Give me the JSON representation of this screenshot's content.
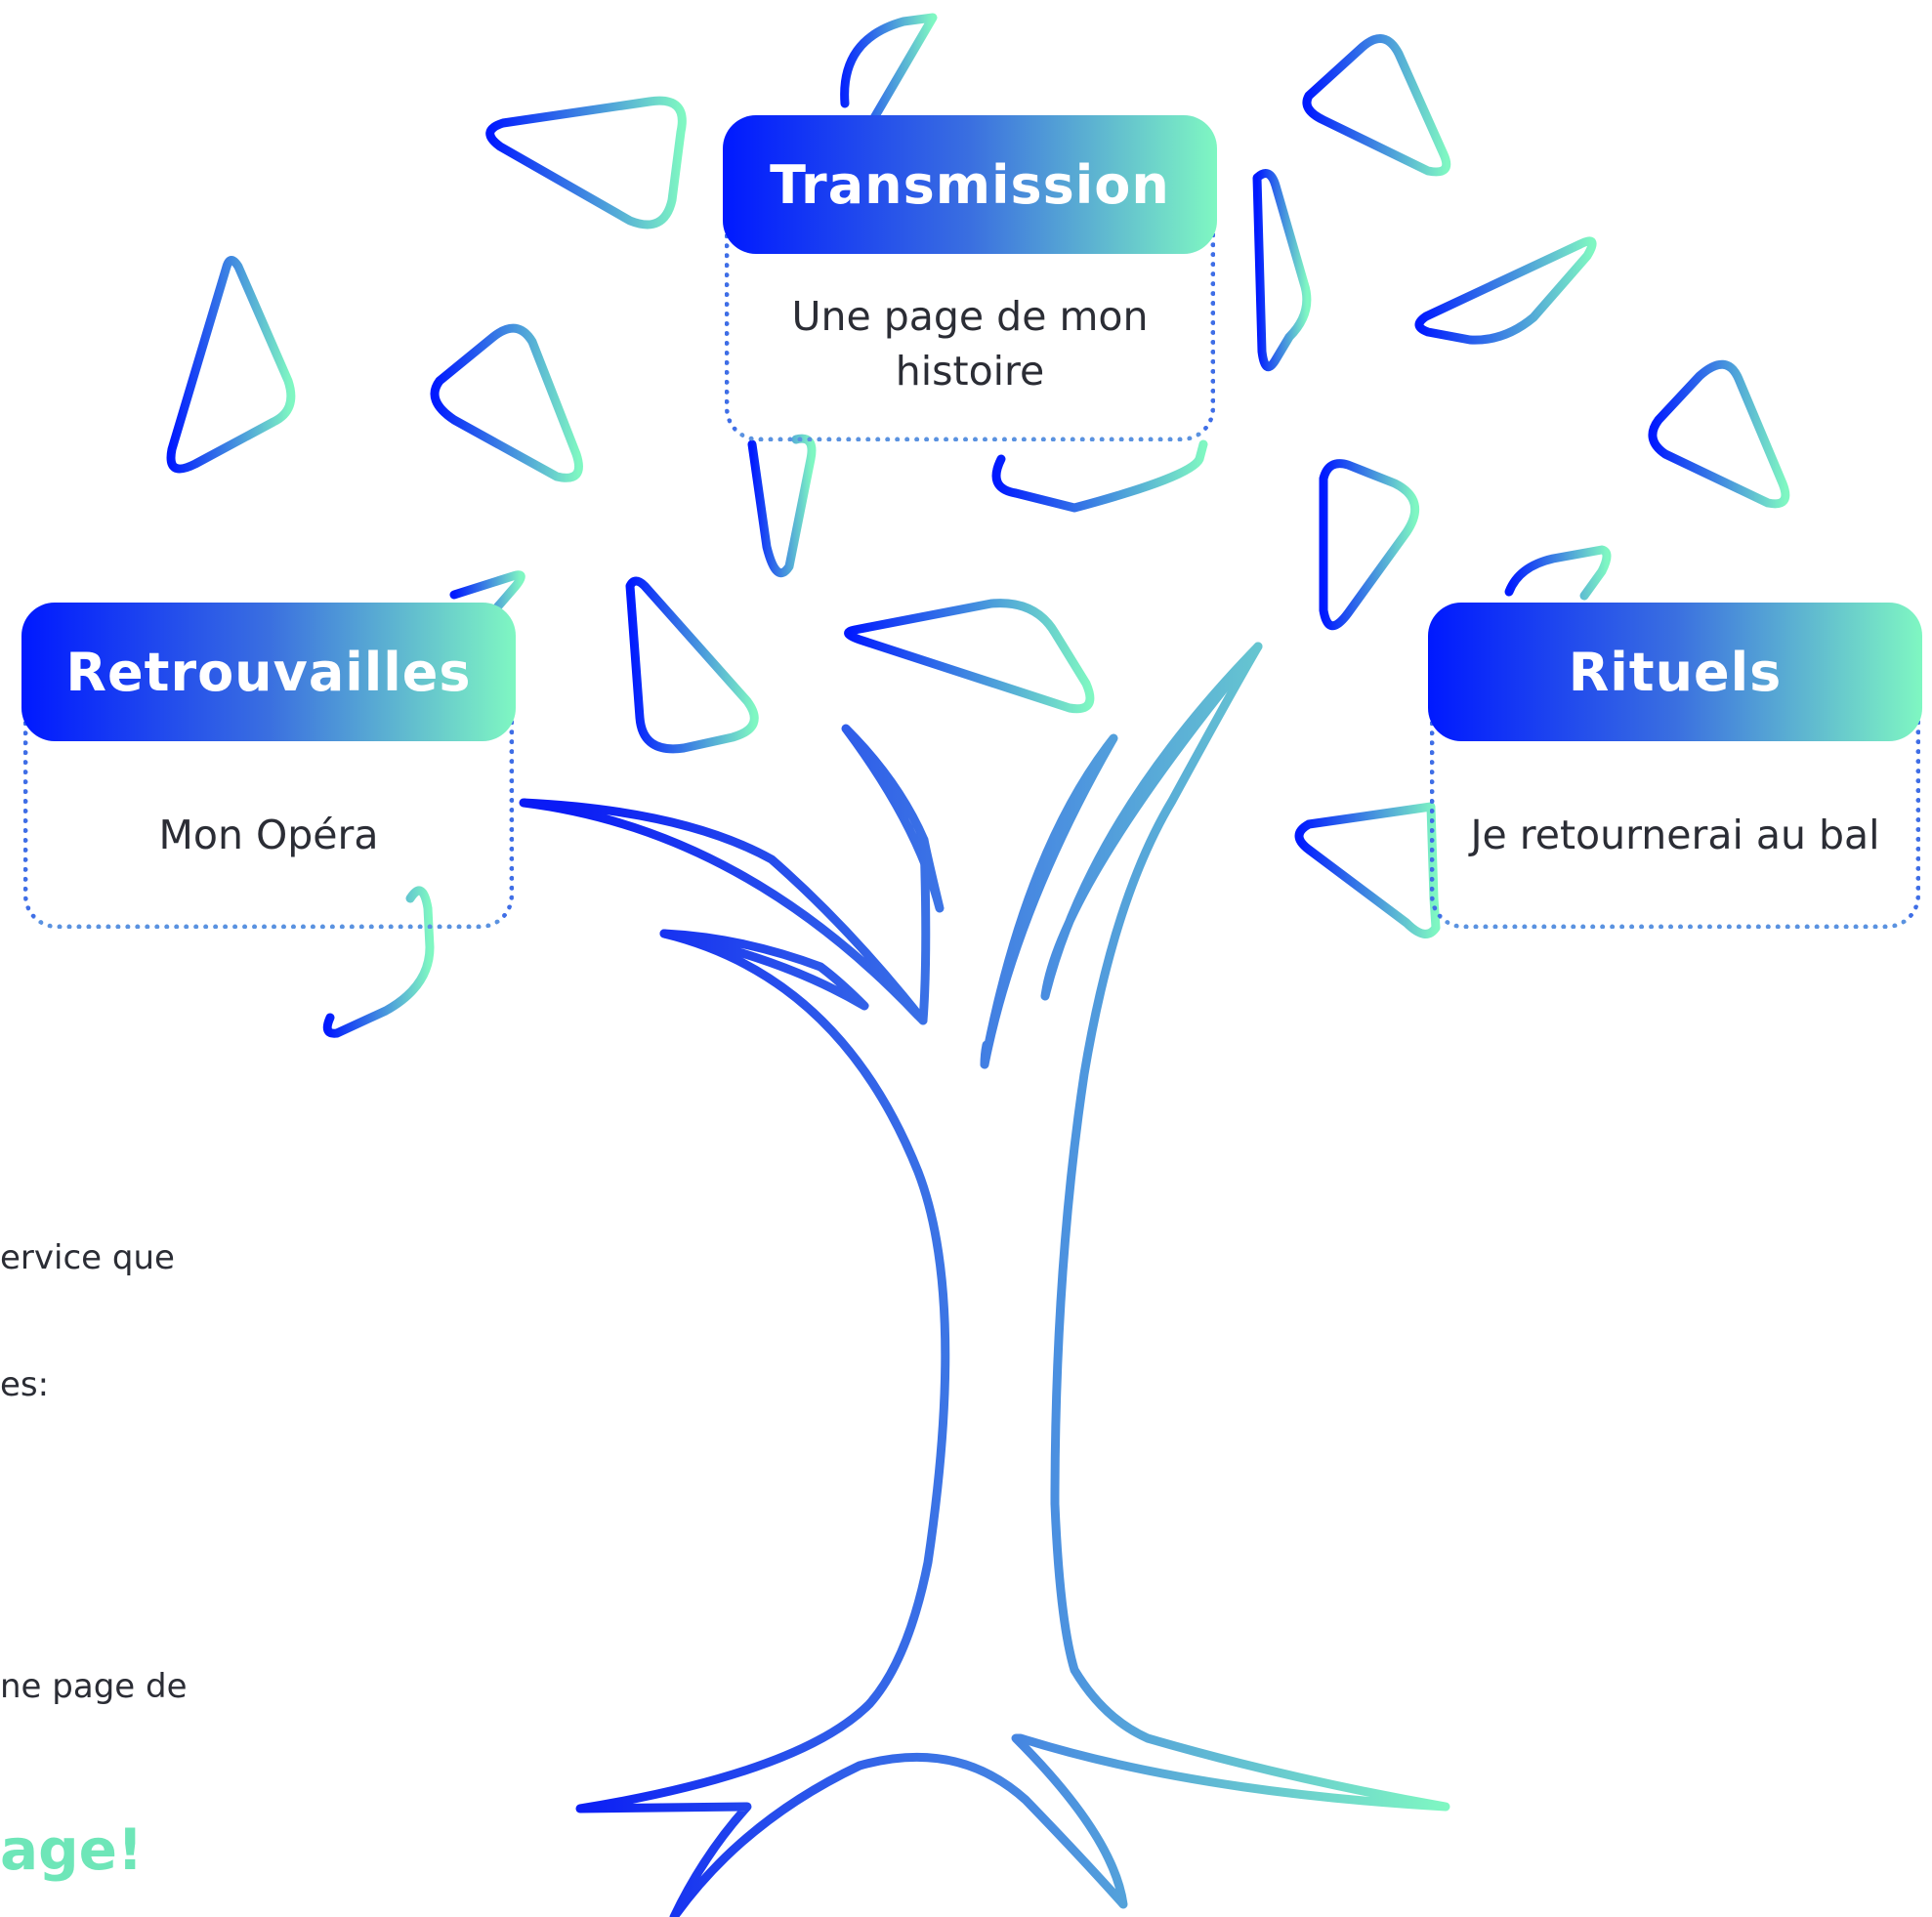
{
  "branches": [
    {
      "id": "transmission",
      "title": "Transmission",
      "text": "Une page de mon histoire"
    },
    {
      "id": "retrouvailles",
      "title": "Retrouvailles",
      "text": "Mon Opéra"
    },
    {
      "id": "rituels",
      "title": "Rituels",
      "text": "Je retournerai au bal"
    }
  ],
  "side_fragments": [
    "ervice  que",
    "es:",
    "ne page de",
    "age!"
  ],
  "colors": {
    "gradient_start": "#0019ff",
    "gradient_mid": "#3a6fe0",
    "gradient_end": "#7ff7c2",
    "text": "#2b2d35"
  },
  "icons": {
    "tree": "tree-outline-icon",
    "leaf": "leaf-triangle-icon"
  }
}
